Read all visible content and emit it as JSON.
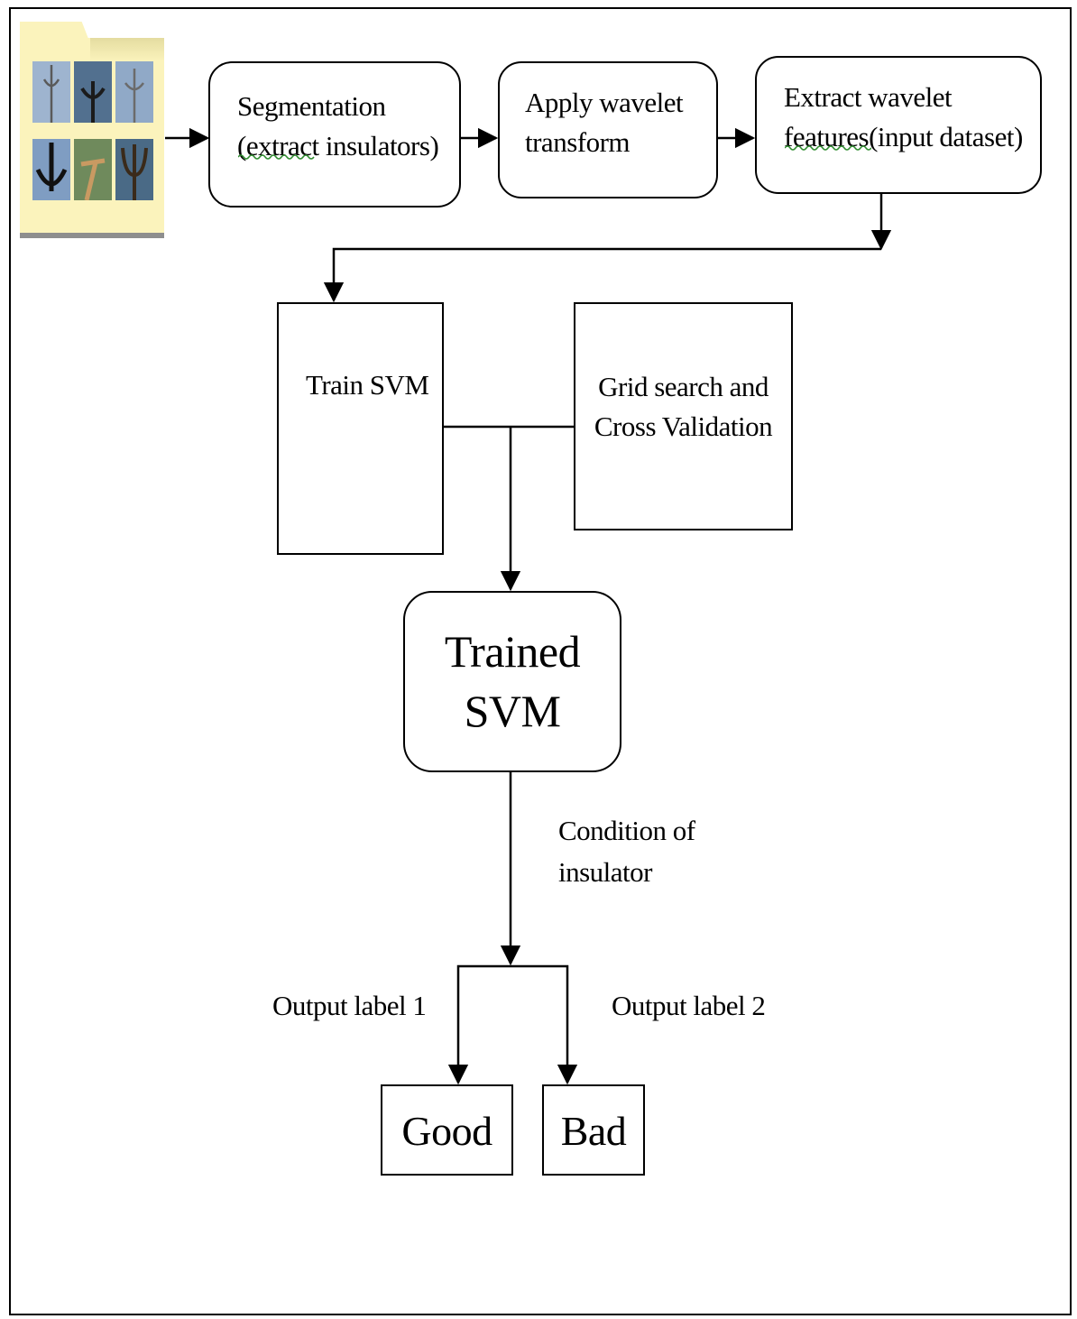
{
  "steps": {
    "segmentation": "Segmentation\n(extract insulators)",
    "wavelet_transform": "Apply wavelet\ntransform",
    "extract_features": "Extract wavelet\nfeatures(input dataset)"
  },
  "train_svm": "Train SVM",
  "grid_search": "Grid search and\nCross Validation",
  "trained_svm": "Trained\nSVM",
  "condition_label": "Condition of\ninsulator",
  "outputs": {
    "label_1": "Output label 1",
    "label_2": "Output label 2",
    "good": "Good",
    "bad": "Bad"
  },
  "colors": {
    "folder": "#fbf3bc",
    "sky_light": "#8fa8c8",
    "sky_dark": "#3e5a7e",
    "spellcheck_underline": "#2e8b2e"
  },
  "icons": {
    "input_images": "folder-of-insulator-images-icon"
  }
}
